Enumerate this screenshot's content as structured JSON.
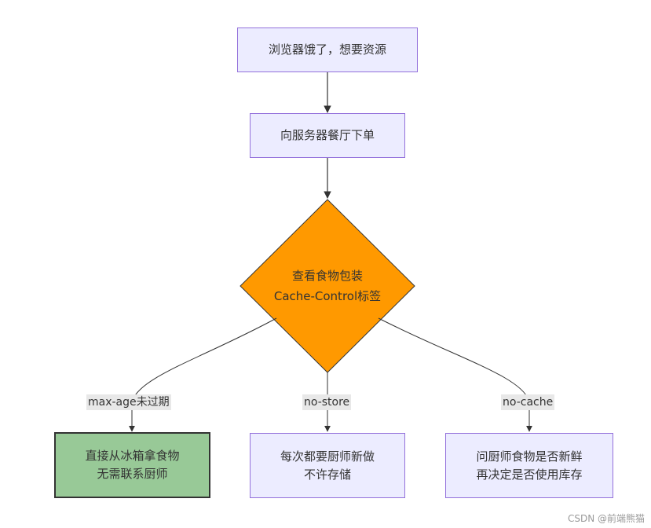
{
  "nodes": {
    "start": "浏览器饿了，想要资源",
    "order": "向服务器餐厅下单",
    "check_line1": "查看食物包装",
    "check_line2": "Cache-Control标签",
    "fridge_line1": "直接从冰箱拿食物",
    "fridge_line2": "无需联系厨师",
    "nostore_line1": "每次都要厨师新做",
    "nostore_line2": "不许存储",
    "nocache_line1": "问厨师食物是否新鲜",
    "nocache_line2": "再决定是否使用库存"
  },
  "edges": {
    "max_age": "max-age未过期",
    "no_store": "no-store",
    "no_cache": "no-cache"
  },
  "colors": {
    "node_fill": "#ececff",
    "node_stroke": "#9370db",
    "decision_fill": "#ff9900",
    "highlight_fill": "#98c997",
    "edge": "#333333"
  },
  "watermark": "CSDN @前端熊猫"
}
